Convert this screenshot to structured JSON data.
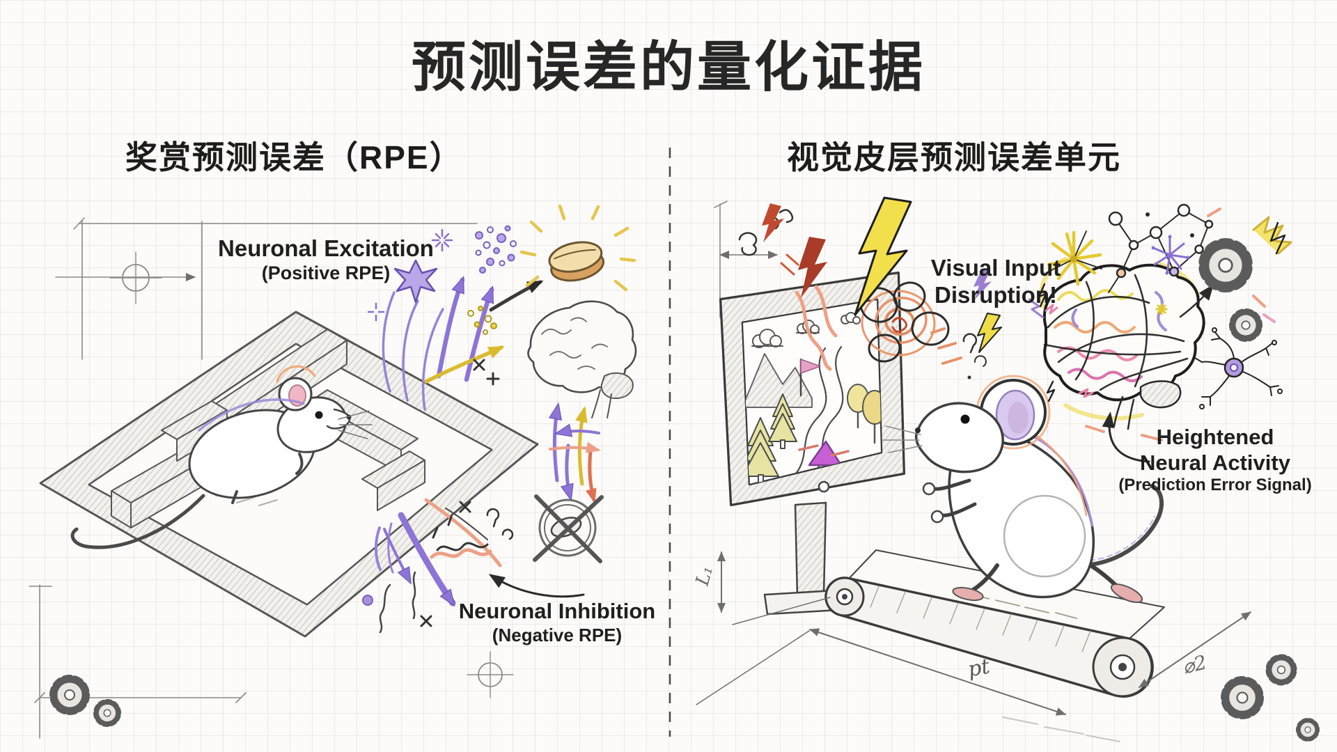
{
  "title": "预测误差的量化证据",
  "colors": {
    "paper": "#fcfbf9",
    "grid": "#d9d4cc",
    "ink": "#262626",
    "pencil": "#4a4a4a",
    "purple": "#8d74d6",
    "purple_light": "#b9a7e8",
    "yellow": "#e8d24a",
    "orange": "#e8925f",
    "salmon": "#eda086",
    "red": "#c4432e",
    "pink": "#f0b6c6",
    "magenta": "#c75fd6",
    "pill_tan": "#e9c17c"
  },
  "divider": {
    "style": "vertical-dashed"
  },
  "left_panel": {
    "heading": "奖赏预测误差（RPE）",
    "excitation": {
      "line1": "Neuronal Excitation",
      "line2": "(Positive RPE)"
    },
    "inhibition": {
      "line1": "Neuronal Inhibition",
      "line2": "(Negative RPE)"
    },
    "icons": [
      "drafting-crosshair",
      "isometric-maze",
      "mouse",
      "firework-star",
      "excitation-arrows",
      "dopamine-dots",
      "reward-pill",
      "brain-sketch",
      "signal-up-down-arrows",
      "no-reward-crossed-circle",
      "inhibition-arrows-squiggles",
      "gears"
    ]
  },
  "right_panel": {
    "heading": "视觉皮层预测误差单元",
    "disruption": {
      "line1": "Visual Input",
      "line2": "Disruption!"
    },
    "activity": {
      "line1": "Heightened",
      "line2": "Neural Activity",
      "line3": "(Prediction Error Signal)"
    },
    "annotations": {
      "height": "L₁",
      "length": "pt",
      "diameter": "⌀2"
    },
    "icons": [
      "monitor-vr-scene",
      "lightning-bolts",
      "disruption-explosion",
      "mouse-on-treadmill",
      "treadmill",
      "dimension-arrows",
      "scribbled-brain",
      "network-nodes",
      "starbursts",
      "gears",
      "neuron-cell"
    ]
  }
}
